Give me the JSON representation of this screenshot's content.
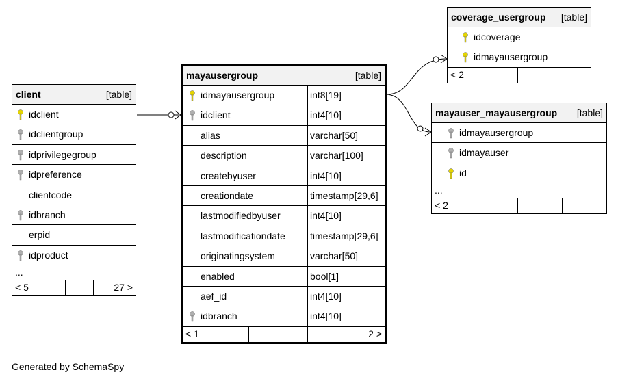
{
  "footer": {
    "generated_by": "Generated by SchemaSpy"
  },
  "tables": {
    "client": {
      "name": "client",
      "type_label": "[table]",
      "columns": [
        {
          "name": "idclient",
          "key": "primary"
        },
        {
          "name": "idclientgroup",
          "key": "foreign"
        },
        {
          "name": "idprivilegegroup",
          "key": "foreign"
        },
        {
          "name": "idpreference",
          "key": "foreign"
        },
        {
          "name": "clientcode",
          "key": ""
        },
        {
          "name": "idbranch",
          "key": "foreign"
        },
        {
          "name": "erpid",
          "key": ""
        },
        {
          "name": "idproduct",
          "key": "foreign"
        }
      ],
      "more": "...",
      "footer_left": "< 5",
      "footer_right": "27 >"
    },
    "mayausergroup": {
      "name": "mayausergroup",
      "type_label": "[table]",
      "columns": [
        {
          "name": "idmayausergroup",
          "type": "int8[19]",
          "key": "primary"
        },
        {
          "name": "idclient",
          "type": "int4[10]",
          "key": "foreign"
        },
        {
          "name": "alias",
          "type": "varchar[50]",
          "key": ""
        },
        {
          "name": "description",
          "type": "varchar[100]",
          "key": ""
        },
        {
          "name": "createbyuser",
          "type": "int4[10]",
          "key": ""
        },
        {
          "name": "creationdate",
          "type": "timestamp[29,6]",
          "key": ""
        },
        {
          "name": "lastmodifiedbyuser",
          "type": "int4[10]",
          "key": ""
        },
        {
          "name": "lastmodificationdate",
          "type": "timestamp[29,6]",
          "key": ""
        },
        {
          "name": "originatingsystem",
          "type": "varchar[50]",
          "key": ""
        },
        {
          "name": "enabled",
          "type": "bool[1]",
          "key": ""
        },
        {
          "name": "aef_id",
          "type": "int4[10]",
          "key": ""
        },
        {
          "name": "idbranch",
          "type": "int4[10]",
          "key": "foreign"
        }
      ],
      "footer_left": "< 1",
      "footer_right": "2 >"
    },
    "coverage_usergroup": {
      "name": "coverage_usergroup",
      "type_label": "[table]",
      "columns": [
        {
          "name": "idcoverage",
          "key": "primary"
        },
        {
          "name": "idmayausergroup",
          "key": "primary"
        }
      ],
      "footer_left": "< 2",
      "footer_right": ""
    },
    "mayauser_mayausergroup": {
      "name": "mayauser_mayausergroup",
      "type_label": "[table]",
      "columns": [
        {
          "name": "idmayausergroup",
          "key": "foreign"
        },
        {
          "name": "idmayauser",
          "key": "foreign"
        },
        {
          "name": "id",
          "key": "primary"
        }
      ],
      "more": "...",
      "footer_left": "< 2",
      "footer_right": ""
    }
  },
  "colors": {
    "primary_key": "#e6d600",
    "foreign_key": "#b0b0b0",
    "header_bg": "#f2f2f2",
    "line": "#000000"
  }
}
